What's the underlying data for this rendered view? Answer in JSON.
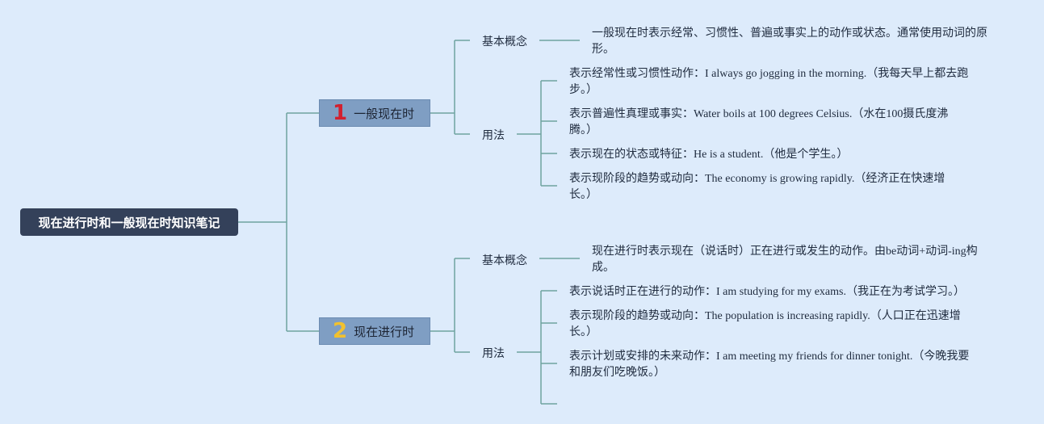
{
  "root": {
    "title": "现在进行时和一般现在时知识笔记"
  },
  "colors": {
    "background": "#ddebfb",
    "root": "#34415a",
    "topic": "#7f9ec3",
    "line": "#6fa3a0",
    "num1": "#d2202f",
    "num2": "#f2c12e"
  },
  "topics": [
    {
      "number": "1",
      "title": "一般现在时",
      "concept_label": "基本概念",
      "concept_text": "一般现在时表示经常、习惯性、普遍或事实上的动作或状态。通常使用动词的原形。",
      "usage_label": "用法",
      "usages": [
        "表示经常性或习惯性动作：I always go jogging in the morning.（我每天早上都去跑步。）",
        "表示普遍性真理或事实：Water boils at 100 degrees Celsius.（水在100摄氏度沸腾。）",
        "表示现在的状态或特征：He is a student.（他是个学生。）",
        "表示现阶段的趋势或动向：The economy is growing rapidly.（经济正在快速增长。）"
      ]
    },
    {
      "number": "2",
      "title": "现在进行时",
      "concept_label": "基本概念",
      "concept_text": "现在进行时表示现在（说话时）正在进行或发生的动作。由be动词+动词-ing构成。",
      "usage_label": "用法",
      "usages": [
        "表示说话时正在进行的动作：I am studying for my exams.（我正在为考试学习。）",
        "表示现阶段的趋势或动向：The population is increasing rapidly.（人口正在迅速增长。）",
        "表示计划或安排的未来动作：I am meeting my friends for dinner tonight.（今晚我要和朋友们吃晚饭。）"
      ]
    }
  ]
}
